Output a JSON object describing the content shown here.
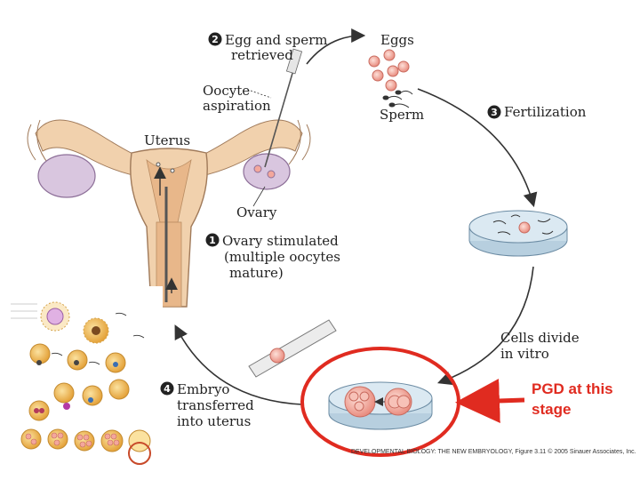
{
  "diagram": {
    "steps": [
      {
        "number": "1",
        "line1": "Ovary stimulated",
        "line2": "(multiple oocytes",
        "line3": "mature)"
      },
      {
        "number": "2",
        "line1": "Egg and sperm",
        "line2": "retrieved"
      },
      {
        "number": "3",
        "line1": "Fertilization"
      },
      {
        "number": "4",
        "line1": "Embryo",
        "line2": "transferred",
        "line3": "into uterus"
      }
    ],
    "labels": {
      "uterus": "Uterus",
      "ovary": "Ovary",
      "oocyte_line1": "Oocyte",
      "oocyte_line2": "aspiration",
      "eggs": "Eggs",
      "sperm": "Sperm",
      "cells_line1": "Cells divide",
      "cells_line2": "in vitro"
    },
    "callout": {
      "line1": "PGD at this",
      "line2": "stage"
    },
    "credit": "DEVELOPMENTAL BIOLOGY: THE NEW EMBRYOLOGY, Figure 3.11  © 2005 Sinauer Associates, Inc."
  },
  "colors": {
    "highlight_circle": "#e02b20",
    "arrow_dark": "#333333",
    "uterus_fill": "#f1d1ad",
    "ovary_fill": "#d9c6df",
    "egg_fill": "#f3a79c",
    "dish_fill": "#c9dde9"
  }
}
